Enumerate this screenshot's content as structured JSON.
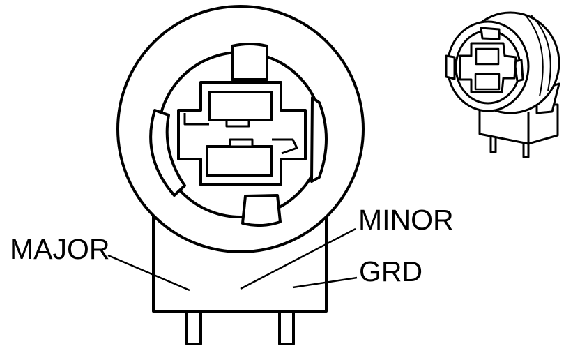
{
  "labels": {
    "major": "MAJOR",
    "minor": "MINOR",
    "grd": "GRD"
  },
  "colors": {
    "line": "#000000",
    "fill": "#ffffff"
  }
}
